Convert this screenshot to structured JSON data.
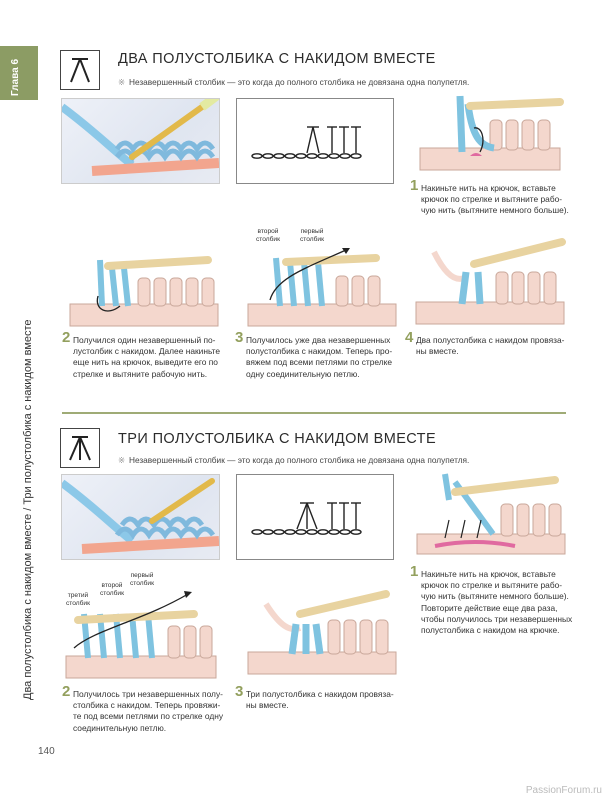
{
  "chapter_tab": "Глава 6",
  "running_title": "Два полустолбика с накидом вместе / Три полустолбика с накидом вместе",
  "page_number": "140",
  "watermark": "PassionForum.ru",
  "colors": {
    "accent": "#93a05e",
    "yarn_blue": "#7fc3e0",
    "yarn_pink": "#e8b7aa",
    "hook": "#e2b94a"
  },
  "section1": {
    "title": "ДВА ПОЛУСТОЛБИКА С НАКИДОМ ВМЕСТЕ",
    "note": "Незавершенный столбик — это когда до полного столбика не довязана одна полупетля.",
    "steps": [
      {
        "num": "1",
        "text": "Накиньте нить на крючок, вставьте\nкрючок по стрелке и вытяните рабо-\nчую нить (вытяните немного больше)."
      },
      {
        "num": "2",
        "text": "Получился один незавершенный по-\nлустолбик с накидом. Далее накиньте\nеще нить на крючок, выведите его по\nстрелке и вытяните рабочую нить."
      },
      {
        "num": "3",
        "text": "Получилось уже два незавершенных\nполустолбика с накидом. Теперь про-\nвяжем под всеми петлями по стрелке\nодну соединительную петлю."
      },
      {
        "num": "4",
        "text": "Два полустолбика с накидом провяза-\nны вместе."
      }
    ],
    "labels": {
      "second": "второй\nстолбик",
      "first": "первый\nстолбик"
    }
  },
  "section2": {
    "title": "ТРИ ПОЛУСТОЛБИКА С НАКИДОМ ВМЕСТЕ",
    "note": "Незавершенный столбик — это когда до полного столбика не довязана одна полупетля.",
    "steps": [
      {
        "num": "1",
        "text": "Накиньте нить на крючок, вставьте\nкрючок по стрелке и вытяните рабо-\nчую нить (вытяните немного больше).\nПовторите действие еще два раза,\nчтобы получилось три незавершенных\nполустолбика с накидом на крючке."
      },
      {
        "num": "2",
        "text": "Получилось три незавершенных полу-\nстолбика с накидом. Теперь провяжи-\nте под всеми петлями по стрелке одну\nсоединительную петлю."
      },
      {
        "num": "3",
        "text": "Три полустолбика с накидом провяза-\nны вместе."
      }
    ],
    "labels": {
      "third": "третий\nстолбик",
      "second": "второй\nстолбик",
      "first": "первый\nстолбик"
    }
  }
}
